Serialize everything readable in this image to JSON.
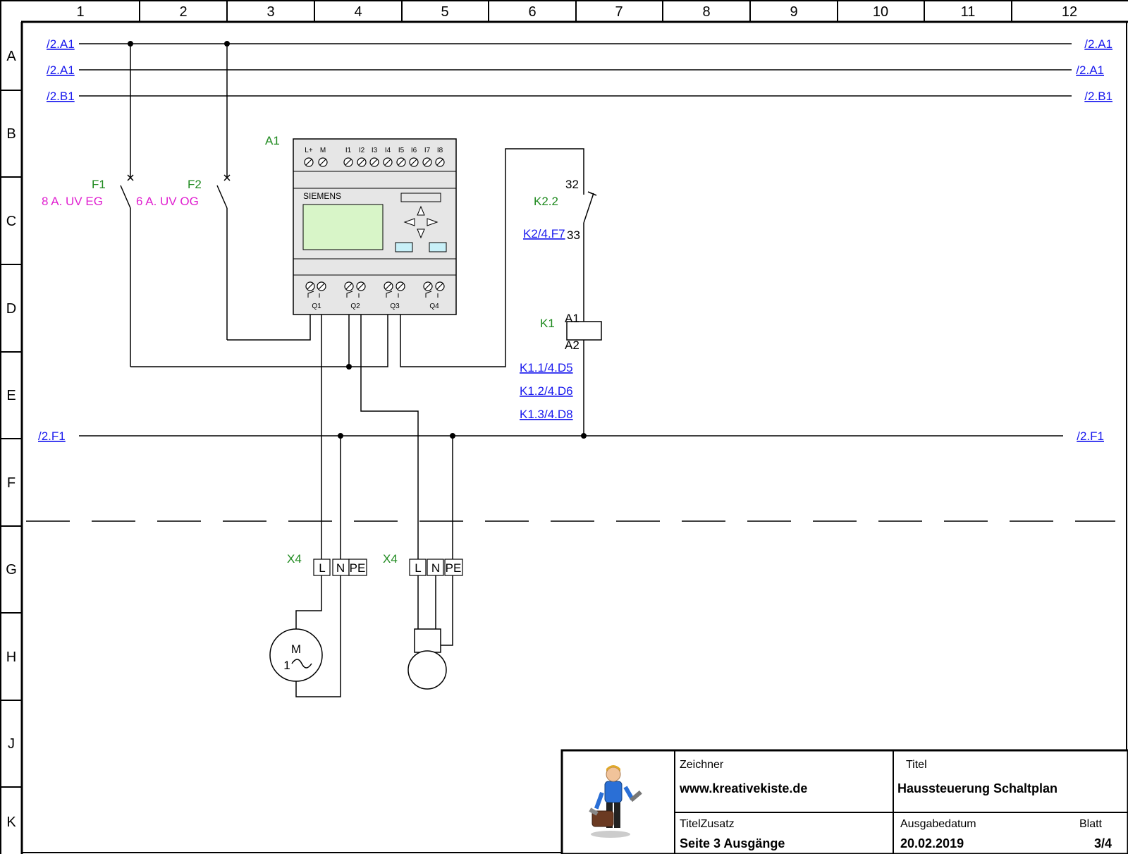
{
  "columns": [
    "1",
    "2",
    "3",
    "4",
    "5",
    "6",
    "7",
    "8",
    "9",
    "10",
    "11",
    "12"
  ],
  "rows": [
    "A",
    "B",
    "C",
    "D",
    "E",
    "F",
    "G",
    "H",
    "J",
    "K"
  ],
  "refs": {
    "a1_left_1": "/2.A1",
    "a1_left_2": "/2.A1",
    "b1_left": "/2.B1",
    "a1_right_1": "/2.A1",
    "a1_right_2": "/2.A1",
    "b1_right": "/2.B1",
    "f1_left": "/2.F1",
    "f1_right": "/2.F1",
    "k2_ref": "K2/4.F7",
    "k11": "K1.1/4.D5",
    "k12": "K1.2/4.D6",
    "k13": "K1.3/4.D8"
  },
  "labels": {
    "a1": "A1",
    "f1": "F1",
    "f1_desc": "8 A. UV EG",
    "f2": "F2",
    "f2_desc": "6 A. UV OG",
    "k22": "K2.2",
    "k1": "K1",
    "x4_a": "X4",
    "x4_b": "X4",
    "contact_32": "32",
    "contact_33": "33",
    "coil_a1": "A1",
    "coil_a2": "A2"
  },
  "plc": {
    "brand": "SIEMENS",
    "top_terminals": [
      "L+",
      "M",
      "I1",
      "I2",
      "I3",
      "I4",
      "I5",
      "I6",
      "I7",
      "I8"
    ],
    "outputs": [
      "Q1",
      "Q2",
      "Q3",
      "Q4"
    ]
  },
  "terminals": {
    "x4a": [
      "L",
      "N",
      "PE"
    ],
    "x4b": [
      "L",
      "N",
      "PE"
    ]
  },
  "motor": {
    "m": "M",
    "phase": "1"
  },
  "titleblock": {
    "zeichner_label": "Zeichner",
    "zeichner_value": "www.kreativekiste.de",
    "titel_label": "Titel",
    "titel_value": "Haussteuerung Schaltplan",
    "zusatz_label": "TitelZusatz",
    "zusatz_value": "Seite 3 Ausgänge",
    "datum_label": "Ausgabedatum",
    "datum_value": "20.02.2019",
    "blatt_label": "Blatt",
    "blatt_value": "3/4"
  },
  "colors": {
    "ref_link": "#1a1aee",
    "designation": "#1f8a1f",
    "description": "#e01fd0",
    "plc_body": "#e6e6e6",
    "plc_display": "#d8f5c8",
    "plc_button": "#c8f0f8"
  }
}
